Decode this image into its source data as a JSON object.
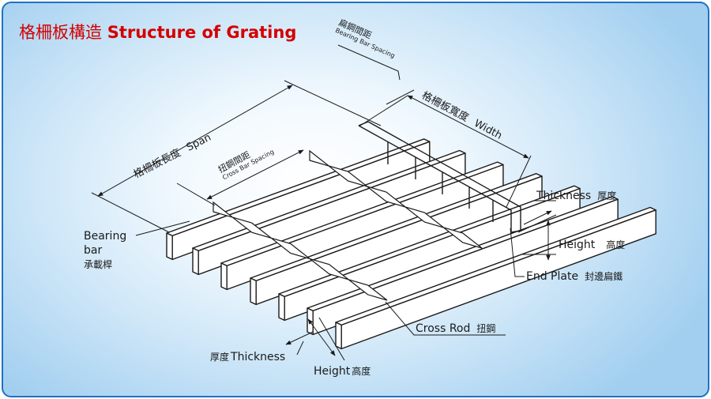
{
  "title": {
    "chinese": "格柵板構造",
    "english": "Structure of Grating"
  },
  "labels": {
    "bearing_bar_spacing": {
      "zh": "扁鋼間距",
      "en": "Bearing Bar Spacing"
    },
    "width": {
      "zh": "格柵板寬度",
      "en": "Width"
    },
    "span": {
      "zh": "格柵板長度",
      "en": "Span"
    },
    "cross_bar_spacing": {
      "zh": "扭鋼間距",
      "en": "Cross Bar Spacing"
    },
    "thickness_right": {
      "en": "Thickness",
      "zh": "厚度"
    },
    "height_right": {
      "en": "Height",
      "zh": "高度"
    },
    "end_plate": {
      "en": "End Plate",
      "zh": "封邊扁鐵"
    },
    "bearing_bar": {
      "en1": "Bearing",
      "en2": "bar",
      "zh": "承載桿"
    },
    "cross_rod": {
      "en": "Cross Rod",
      "zh": "扭鋼"
    },
    "thickness_bottom": {
      "zh": "厚度",
      "en": "Thickness"
    },
    "height_bottom": {
      "en": "Height",
      "zh": "高度"
    }
  },
  "colors": {
    "frame_border": "#1f72c4",
    "title": "#d40000",
    "line": "#1a1a1a"
  }
}
